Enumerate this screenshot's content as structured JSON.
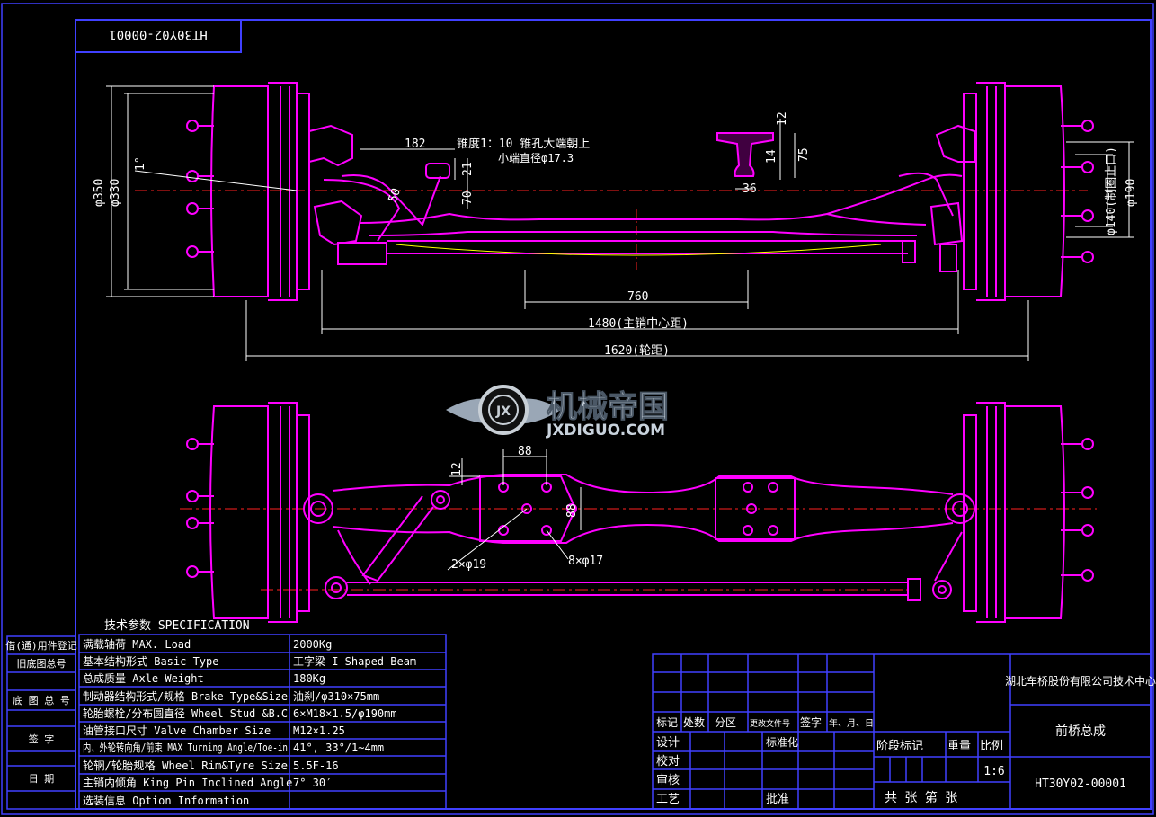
{
  "drawing_number_mirrored": "HT30Y02-00001",
  "colors": {
    "background": "#000000",
    "part": "#ff00ff",
    "frame": "#4040ff",
    "dimension": "#ffffff",
    "center_line": "#ff2020",
    "title_text": "#ffffff",
    "watermark": "#9aa7b6"
  },
  "dims_top": {
    "d350": "φ350",
    "d330": "φ330",
    "deg1": "1°",
    "d182": "182",
    "d70": "70",
    "d21": "21",
    "d50": "50",
    "taper": "锥度1：10 锥孔大端朝上",
    "taper2": "小端直径φ17.3",
    "d12": "12",
    "d75": "75",
    "d14": "14",
    "d36": "36",
    "d760": "760",
    "d1480": "1480(主销中心距)",
    "d1620": "1620(轮距)",
    "d190": "φ190",
    "d140": "φ140(制圈止口)"
  },
  "dims_bottom": {
    "d88a": "88",
    "d12": "12",
    "d88b": "88",
    "holes_2": "2×φ19",
    "holes_8": "8×φ17"
  },
  "watermark": {
    "cn": "机械帝国",
    "en": "JXDIGUO.COM",
    "logo": "JX"
  },
  "spec": {
    "title": "技术参数 SPECIFICATION",
    "rows": [
      {
        "label": "满载轴荷 MAX. Load",
        "value": "2000Kg"
      },
      {
        "label": "基本结构形式 Basic Type",
        "value": "工字梁 I-Shaped Beam"
      },
      {
        "label": "总成质量 Axle Weight",
        "value": "180Kg"
      },
      {
        "label": "制动器结构形式/规格 Brake Type&Size",
        "value": "油刹/φ310×75mm"
      },
      {
        "label": "轮胎螺栓/分布圆直径 Wheel Stud &B.C",
        "value": "6×M18×1.5/φ190mm"
      },
      {
        "label": "油管接口尺寸 Valve Chamber Size",
        "value": "M12×1.25"
      },
      {
        "label": "内、外轮转向角/前束 MAX Turning Angle/Toe-in",
        "value": "41°, 33°/1~4mm"
      },
      {
        "label": "轮辋/轮胎规格 Wheel Rim&Tyre Size",
        "value": "5.5F-16"
      },
      {
        "label": "主销内倾角 King Pin Inclined Angle",
        "value": "7° 30′"
      },
      {
        "label": "选装信息 Option Information",
        "value": ""
      }
    ]
  },
  "side_labels": [
    "借(通)用件登记",
    "旧底图总号",
    "底 图 总 号",
    "签 字",
    "日 期"
  ],
  "title_block": {
    "company": "湖北车桥股份有限公司技术中心",
    "part_name": "前桥总成",
    "drawing_no": "HT30Y02-00001",
    "scale": "1:6",
    "rev_headers": [
      "标记",
      "处数",
      "分区",
      "更改文件号",
      "签字",
      "年、月、日"
    ],
    "roles": [
      "设计",
      "校对",
      "审核",
      "工艺"
    ],
    "std_label": "标准化",
    "approve_label": "批准",
    "stage_labels": [
      "阶段标记",
      "重量",
      "比例"
    ],
    "sheet_label": "共 张 第 张"
  }
}
